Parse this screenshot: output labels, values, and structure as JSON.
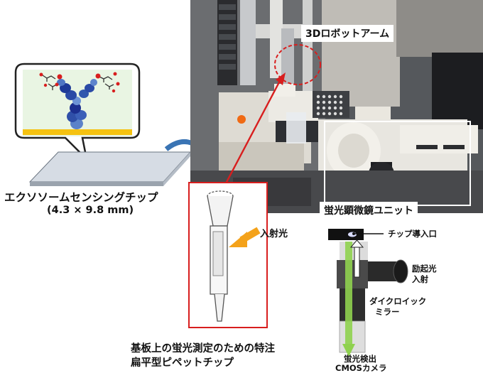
{
  "robot_label": "3Dロボットアーム",
  "microscope_label": "蛍光顕微鏡ユニット",
  "chip_name": "エクソソームセンシングチップ",
  "chip_size": "(4.3 × 9.8 mm)",
  "excitation_label": "入射光",
  "pipette_caption_line1": "基板上の蛍光測定のための特注",
  "pipette_caption_line2": "扁平型ピペットチップ",
  "schematic": {
    "chip_inlet": "チップ導入口",
    "excitation_line1": "励起光",
    "excitation_line2": "入射",
    "dichroic_line1": "ダイクロイック",
    "dichroic_line2": "ミラー",
    "detector_line1": "蛍光検出",
    "detector_line2": "CMOSカメラ"
  },
  "colors": {
    "red_accent": "#d81e1e",
    "gold_substrate": "#f5c211",
    "orange_arrow": "#f4a21a",
    "green_light": "#8fd14f",
    "blue_arrow": "#3a74b4"
  }
}
